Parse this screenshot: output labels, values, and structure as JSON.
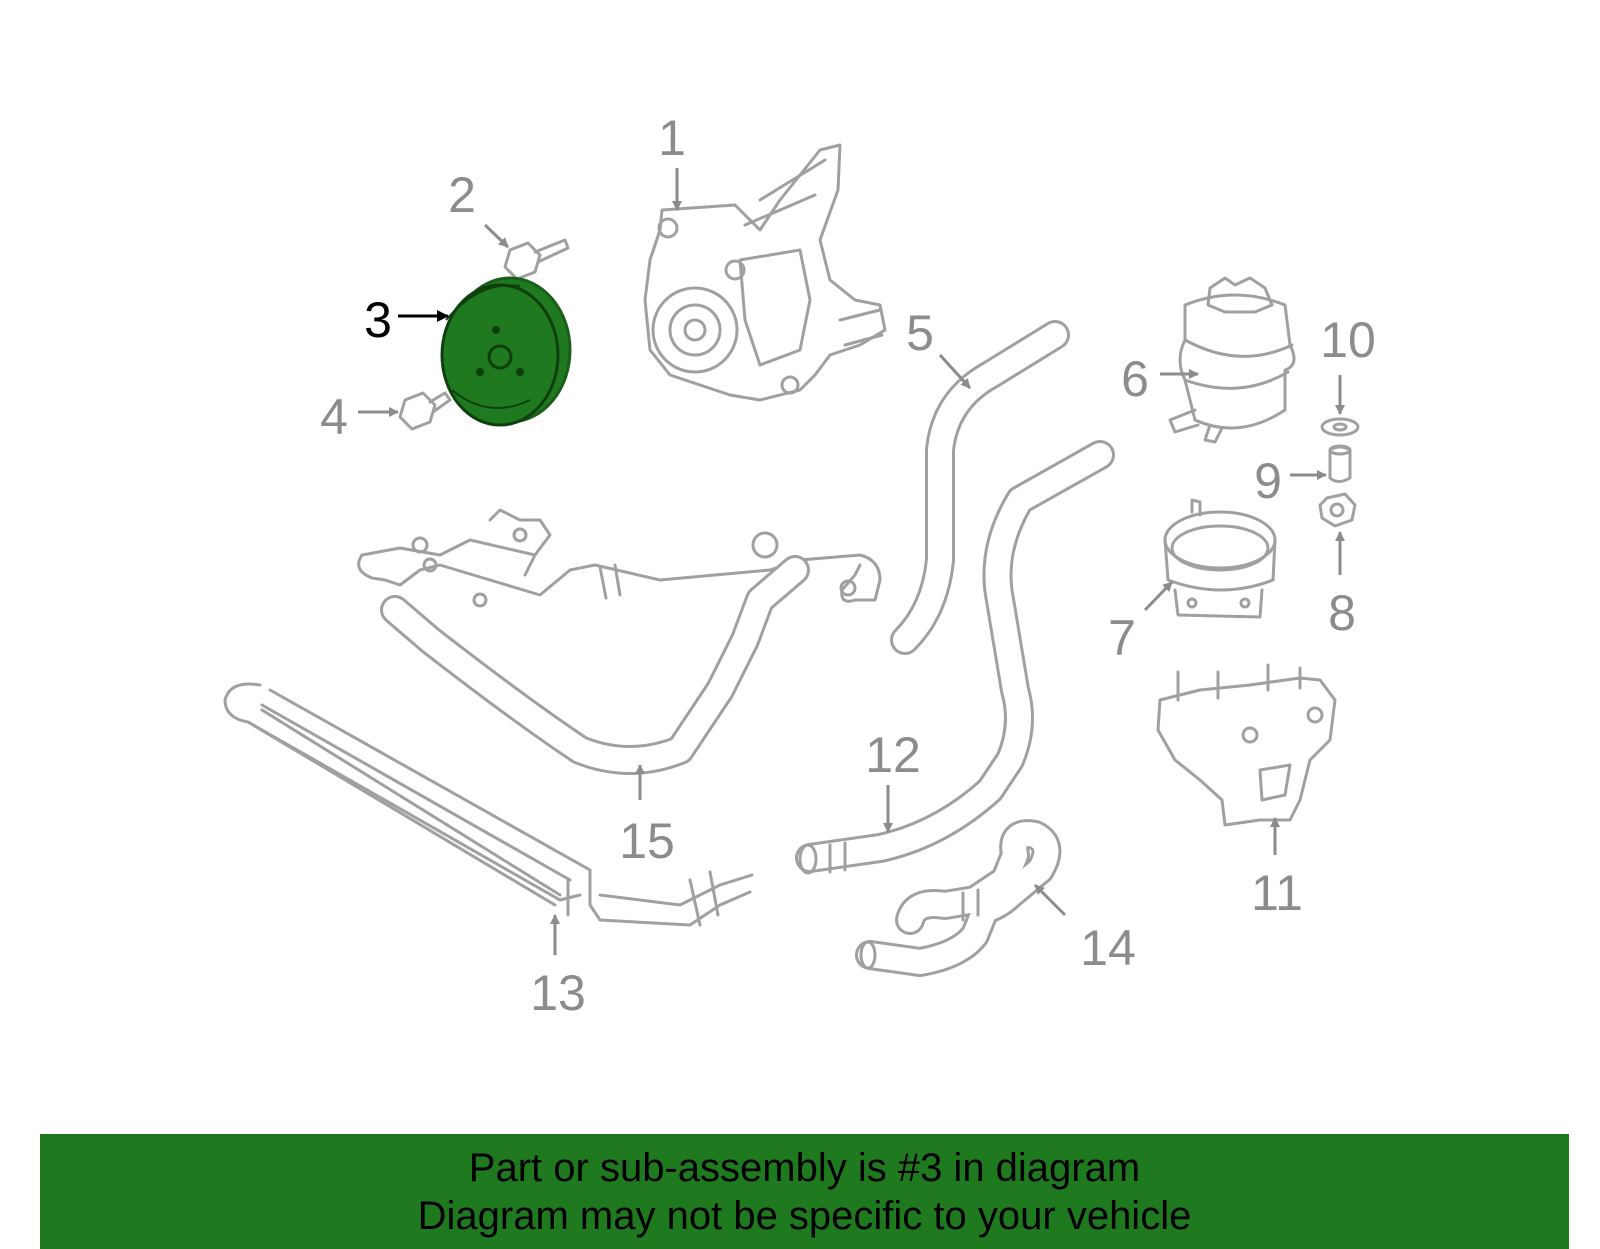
{
  "colors": {
    "highlight": "#1f7a1f",
    "outline": "#a0a0a0",
    "label": "#8c8c8c",
    "active_label": "#000000"
  },
  "callouts": {
    "c1": "1",
    "c2": "2",
    "c3": "3",
    "c4": "4",
    "c5": "5",
    "c6": "6",
    "c7": "7",
    "c8": "8",
    "c9": "9",
    "c10": "10",
    "c11": "11",
    "c12": "12",
    "c13": "13",
    "c14": "14",
    "c15": "15"
  },
  "banner": {
    "line1": "Part or sub-assembly is #3 in diagram",
    "line2": "Diagram may not be specific to your vehicle"
  }
}
